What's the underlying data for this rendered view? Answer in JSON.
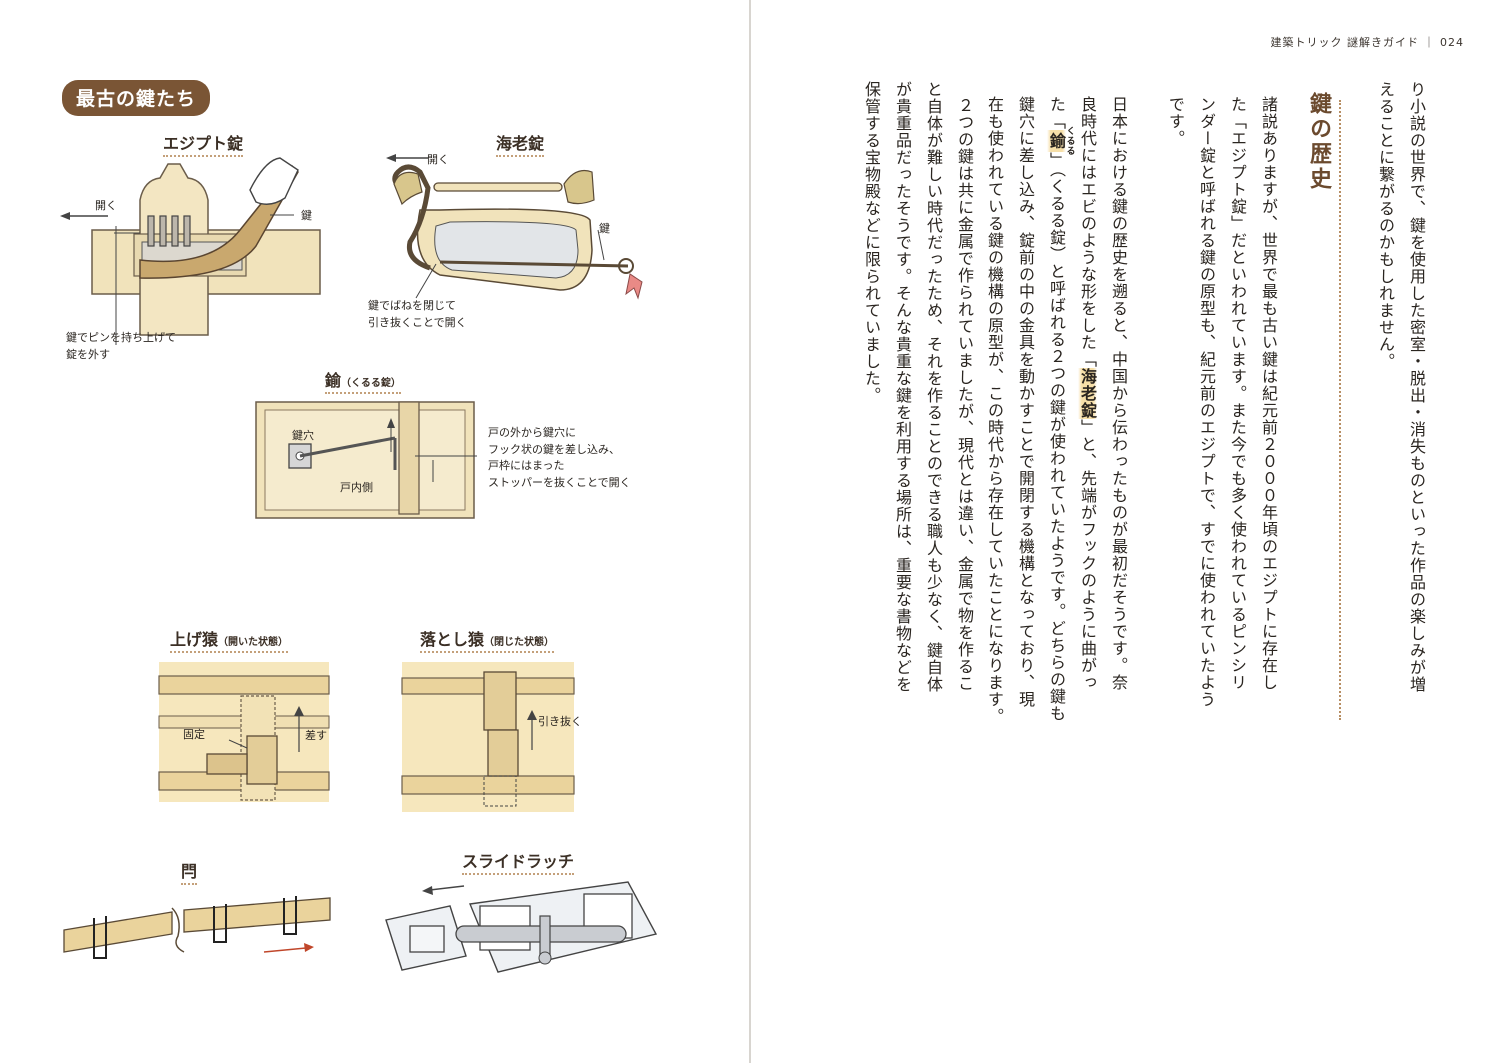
{
  "page": {
    "header": "建築トリック 謎解きガイド ｜ 024"
  },
  "left": {
    "section_badge": "最古の鍵たち",
    "figures": {
      "egypt": {
        "title": "エジプト錠",
        "open": "開く",
        "key": "鍵",
        "caption_1": "鍵でピンを持ち上げて",
        "caption_2": "錠を外す"
      },
      "ebi": {
        "title": "海老錠",
        "open": "開く",
        "key": "鍵",
        "caption_1": "鍵でばねを閉じて",
        "caption_2": "引き抜くことで開く"
      },
      "kururu": {
        "title": "鍮",
        "reading": "（くるる錠）",
        "keyhole": "鍵穴",
        "inside": "戸内側",
        "caption_1": "戸の外から鍵穴に",
        "caption_2": "フック状の鍵を差し込み、",
        "caption_3": "戸枠にはまった",
        "caption_4": "ストッパーを抜くことで開く"
      },
      "agezaru": {
        "title": "上げ猿",
        "state": "（開いた状態）",
        "fixed": "固定",
        "insert": "差す"
      },
      "otoshizaru": {
        "title": "落とし猿",
        "state": "（閉じた状態）",
        "pull": "引き抜く"
      },
      "kannuki": {
        "title": "閂"
      },
      "slide": {
        "title": "スライドラッチ"
      }
    }
  },
  "right": {
    "intro_lines": [
      "り小説の世界で、鍵を使用した密室・脱出・消失ものといった作品の楽しみが増",
      "えることに繋がるのかもしれません。"
    ],
    "heading": "鍵の歴史",
    "p1": [
      "諸説ありますが、世界で最も古い鍵は紀元前２０００年頃のエジプトに存在し",
      "た「エジプト錠」だといわれています。また今でも多く使われているピンシリ",
      "ンダー錠と呼ばれる鍵の原型も、紀元前のエジプトで、すでに使われていたよう",
      "です。"
    ],
    "p2": {
      "l1": "日本における鍵の歴史を遡ると、中国から伝わったものが最初だそうです。奈",
      "l2a": "良時代にはエビのような形をした「",
      "l2b": "海老錠",
      "l2c": "」と、先端がフックのように曲がっ",
      "l3a": "た「",
      "l3b": "鍮",
      "l3ruby": "くるる",
      "l3c": "」（くるる錠）と呼ばれる２つの鍵が使われていたようです。どちらの鍵も",
      "l4": "鍵穴に差し込み、錠前の中の金具を動かすことで開閉する機構となっており、現",
      "l5": "在も使われている鍵の機構の原型が、この時代から存在していたことになります。"
    },
    "p3": [
      "２つの鍵は共に金属で作られていましたが、現代とは違い、金属で物を作るこ",
      "と自体が難しい時代だったため、それを作ることのできる職人も少なく、鍵自体",
      "が貴重品だったそうです。そんな貴重な鍵を利用する場所は、重要な書物などを",
      "保管する宝物殿などに限られていました。"
    ]
  }
}
